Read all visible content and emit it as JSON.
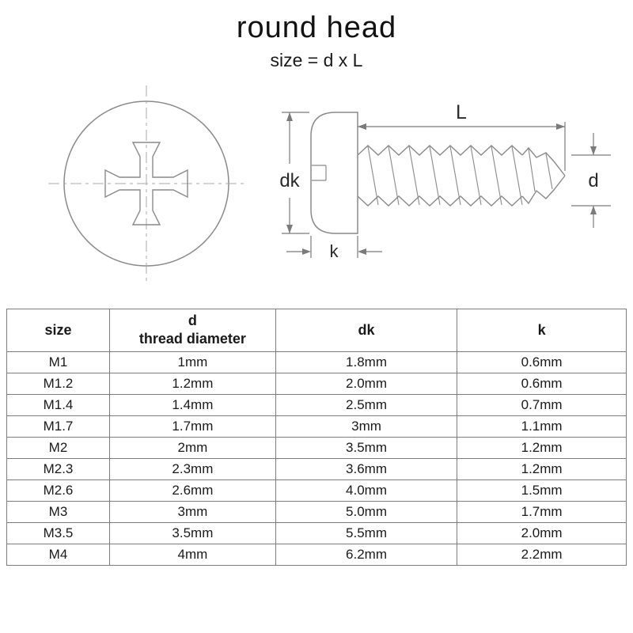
{
  "title": "round head",
  "subtitle": "size = d x L",
  "diagram": {
    "dim_labels": {
      "length": "L",
      "head_diameter": "dk",
      "thread_diameter": "d",
      "head_height": "k"
    }
  },
  "table": {
    "headers": {
      "size": "size",
      "d_top": "d",
      "d_bottom": "thread diameter",
      "dk": "dk",
      "k": "k"
    },
    "rows": [
      {
        "size": "M1",
        "d": "1mm",
        "dk": "1.8mm",
        "k": "0.6mm"
      },
      {
        "size": "M1.2",
        "d": "1.2mm",
        "dk": "2.0mm",
        "k": "0.6mm"
      },
      {
        "size": "M1.4",
        "d": "1.4mm",
        "dk": "2.5mm",
        "k": "0.7mm"
      },
      {
        "size": "M1.7",
        "d": "1.7mm",
        "dk": "3mm",
        "k": "1.1mm"
      },
      {
        "size": "M2",
        "d": "2mm",
        "dk": "3.5mm",
        "k": "1.2mm"
      },
      {
        "size": "M2.3",
        "d": "2.3mm",
        "dk": "3.6mm",
        "k": "1.2mm"
      },
      {
        "size": "M2.6",
        "d": "2.6mm",
        "dk": "4.0mm",
        "k": "1.5mm"
      },
      {
        "size": "M3",
        "d": "3mm",
        "dk": "5.0mm",
        "k": "1.7mm"
      },
      {
        "size": "M3.5",
        "d": "3.5mm",
        "dk": "5.5mm",
        "k": "2.0mm"
      },
      {
        "size": "M4",
        "d": "4mm",
        "dk": "6.2mm",
        "k": "2.2mm"
      }
    ]
  },
  "colors": {
    "drawing_line": "#8a8a8a",
    "dimension_line": "#7a7a7a",
    "table_border": "#7d7d7d",
    "text": "#1a1a1a"
  }
}
